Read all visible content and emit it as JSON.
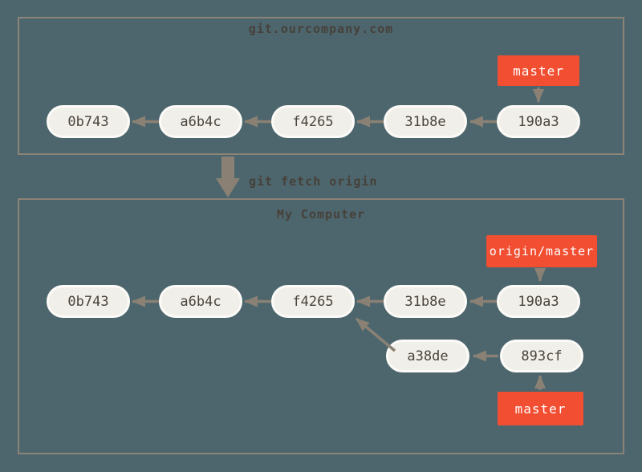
{
  "colors": {
    "background": "#4D666E",
    "box_border": "#8C8377",
    "node_fill": "#F1EFE9",
    "node_border": "#FCFBF7",
    "node_text": "#4A443C",
    "arrow": "#8A8174",
    "branch_bg": "#F14E32",
    "branch_text": "#FFFFFF",
    "title_text": "#474039"
  },
  "remote_box": {
    "title": "git.ourcompany.com",
    "commits": [
      "0b743",
      "a6b4c",
      "f4265",
      "31b8e",
      "190a3"
    ],
    "branch_label": "master"
  },
  "fetch_command": "git fetch origin",
  "local_box": {
    "title": "My Computer",
    "commits": [
      "0b743",
      "a6b4c",
      "f4265",
      "31b8e",
      "190a3"
    ],
    "local_commits": [
      "a38de",
      "893cf"
    ],
    "remote_branch_label": "origin/master",
    "branch_label": "master"
  }
}
